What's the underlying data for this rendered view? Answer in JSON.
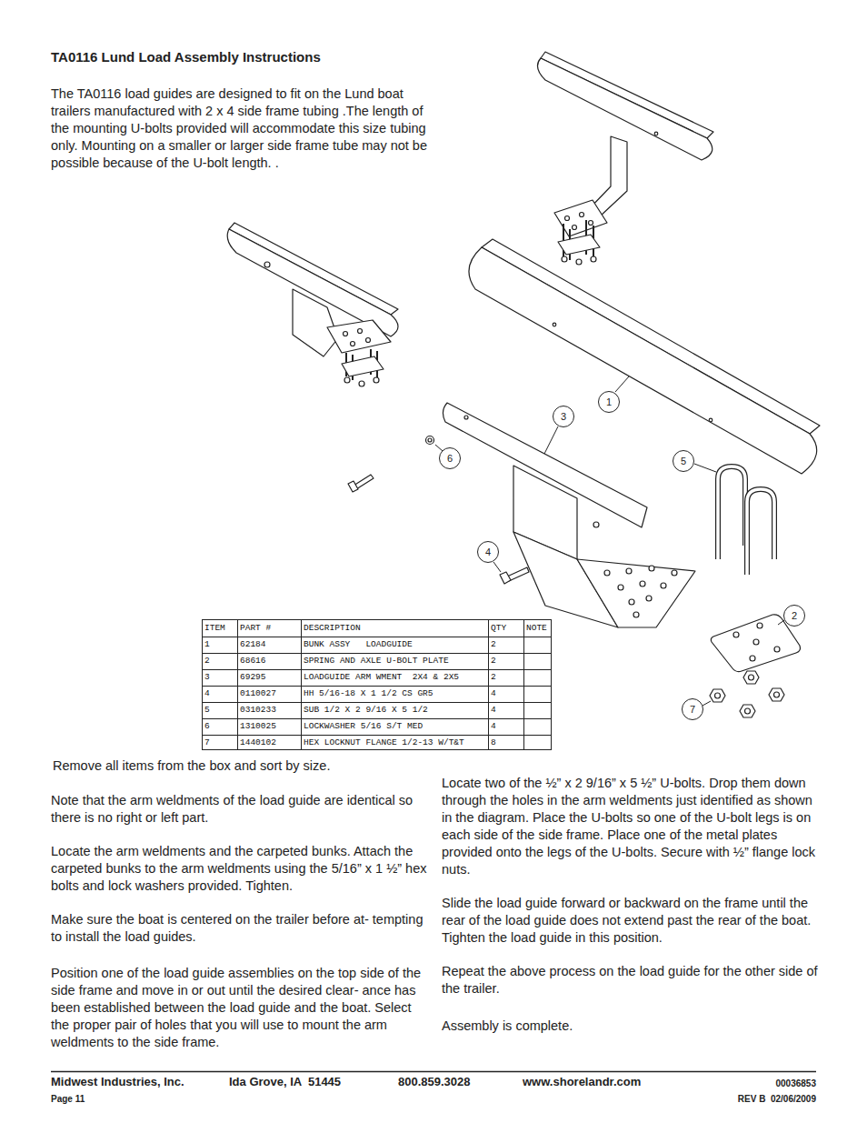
{
  "diagram": {
    "title": "TA0116 Lund Load Assembly Instructions",
    "nodes": [
      {
        "text": [
          "1"
        ]
      },
      {
        "text": [
          "3"
        ]
      },
      {
        "text": [
          "6"
        ]
      },
      {
        "text": [
          "5"
        ]
      },
      {
        "text": [
          "4"
        ]
      },
      {
        "text": [
          "2"
        ]
      },
      {
        "text": [
          "7"
        ]
      }
    ],
    "labels": [
      "The TA0116 load guides are designed to fit on the Lund boat trailers manufactured with 2 x 4 side frame tubing .The length of the mounting U-bolts provided will accommodate this size tubing only. Mounting on a smaller or larger side frame tube may not be possible because of the U-bolt length. .",
      "ITEM",
      "PART #",
      "DESCRIPTION",
      "QTY",
      "NOTE",
      "1",
      "62184",
      "BUNK ASSY   LOADGUIDE",
      "2",
      "2",
      "68616",
      "SPRING AND AXLE U-BOLT PLATE",
      "2",
      "3",
      "69295",
      "LOADGUIDE ARM WMENT  2X4 & 2X5",
      "2",
      "4",
      "0110027",
      "HH 5/16-18 X 1 1/2 CS GR5",
      "4",
      "5",
      "0310233",
      "SUB 1/2 X 2 9/16 X 5 1/2",
      "4",
      "6",
      "1310025",
      "LOCKWASHER 5/16 S/T MED",
      "4",
      "7",
      "1440102",
      "HEX LOCKNUT FLANGE 1/2-13 W/T&T",
      "8",
      "Remove all items from the box and sort by size.",
      "Note that the arm weldments of the load guide are identical so there is no right or left part.",
      "Locate the arm weldments and the carpeted bunks. Attach the carpeted bunks to the arm weldments using the 5/16” x 1 ½” hex bolts and  lock washers provided. Tighten.",
      "Make sure the boat is centered on the trailer before at- tempting to install the load guides.",
      "Position one of the load guide assemblies on the top side of the side frame and move in or out until the desired clear- ance has been established between the load guide and the boat. Select the proper pair of holes that you will use to mount the arm weldments to the side frame.",
      "Locate two of the ½” x 2 9/16” x 5 ½” U-bolts. Drop them down through the holes in the arm weldments just identified as shown in the diagram. Place the U-bolts so one of the U-bolt legs is on each side of the side frame.  Place one of the metal plates provided onto the legs of the U-bolts. Secure with ½” flange lock nuts.",
      "Slide the load guide forward or backward on the frame until the rear of the load guide does not extend past the rear of the boat. Tighten the load guide in this position.",
      "Repeat the above process on the load guide for the other side of the trailer.",
      "Assembly is complete.",
      "Midwest Industries, Inc.",
      "Ida Grove, IA  51445",
      "800.859.3028",
      "www.shorelandr.com",
      "00036853",
      "Page 11",
      "REV B  02/06/2009"
    ]
  }
}
